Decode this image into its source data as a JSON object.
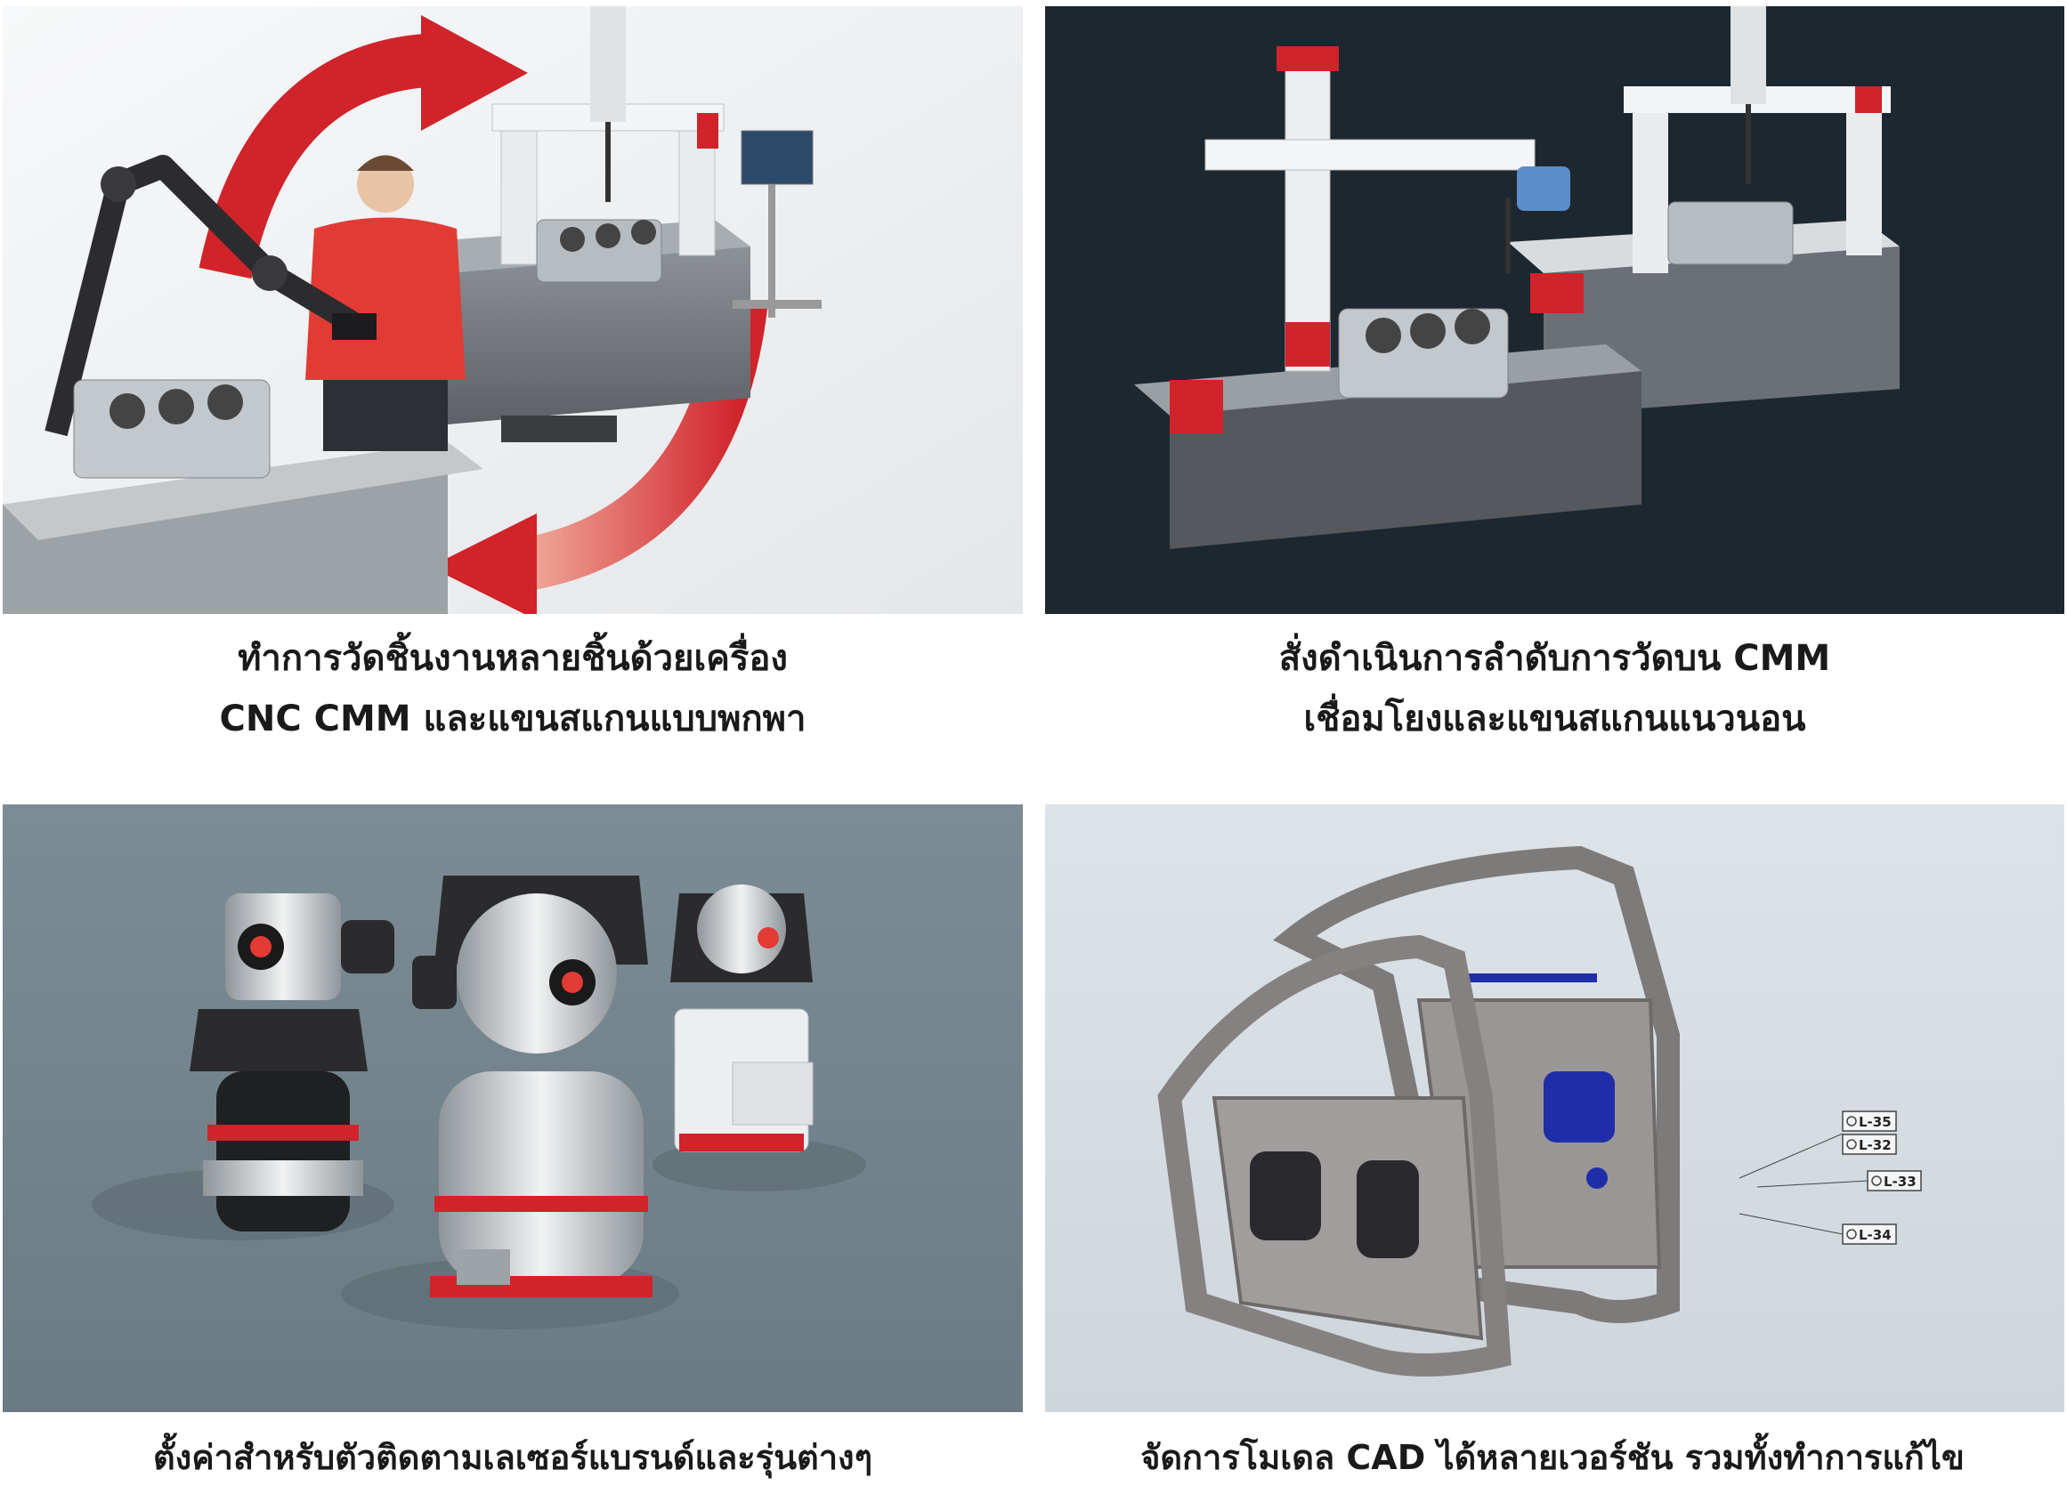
{
  "panels": [
    {
      "id": "p1",
      "caption_line1": "ทำการวัดชิ้นงานหลายชิ้นด้วยเครื่อง",
      "caption_line2": "CNC CMM และแขนสแกนแบบพกพา"
    },
    {
      "id": "p2",
      "caption_line1": "สั่งดำเนินการลำดับการวัดบน CMM",
      "caption_line2": "เชื่อมโยงและแขนสแกนแนวนอน"
    },
    {
      "id": "p3",
      "caption_line1": "ตั้งค่าสำหรับตัวติดตามเลเซอร์แบรนด์และรุ่นต่างๆ"
    },
    {
      "id": "p4",
      "caption_line1": "จัดการโมเดล CAD ได้หลายเวอร์ชัน รวมทั้งทำการแก้ไข",
      "labels": [
        "L-35",
        "L-32",
        "L-33",
        "L-34"
      ]
    }
  ],
  "colors": {
    "accent_red": "#d0232a",
    "panel2_bg": "#1d2730",
    "panel3_bg": "#6f818a",
    "panel4_bg": "#d6dde2",
    "cad_blue": "#1f2ea8"
  }
}
